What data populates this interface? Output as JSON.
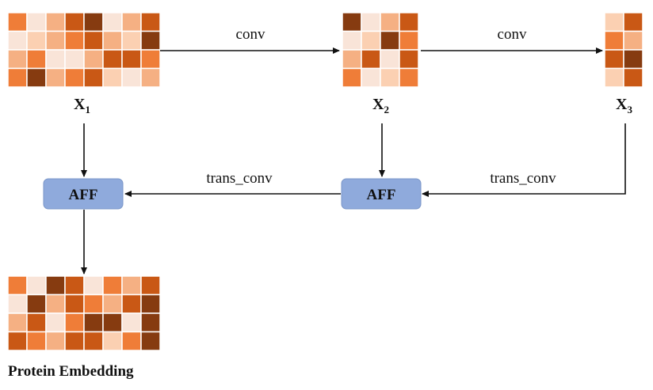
{
  "palette": [
    "#fbd0b2",
    "#f9e4d8",
    "#f5b083",
    "#ef7d38",
    "#c95815",
    "#863b10"
  ],
  "matrices": {
    "x1": {
      "cells": [
        [
          3,
          1,
          2,
          4,
          5,
          1,
          2,
          4
        ],
        [
          1,
          0,
          2,
          3,
          4,
          2,
          0,
          5
        ],
        [
          2,
          3,
          1,
          1,
          2,
          4,
          4,
          3
        ],
        [
          3,
          5,
          2,
          3,
          4,
          0,
          1,
          2
        ]
      ]
    },
    "x2": {
      "cells": [
        [
          5,
          1,
          2,
          4
        ],
        [
          1,
          0,
          5,
          3
        ],
        [
          2,
          4,
          1,
          4
        ],
        [
          3,
          1,
          0,
          3
        ]
      ]
    },
    "x3": {
      "cells": [
        [
          0,
          4
        ],
        [
          3,
          2
        ],
        [
          4,
          5
        ],
        [
          0,
          4
        ]
      ]
    },
    "embedding": {
      "cells": [
        [
          3,
          1,
          5,
          4,
          1,
          3,
          2,
          4
        ],
        [
          1,
          5,
          2,
          4,
          3,
          2,
          4,
          5
        ],
        [
          2,
          4,
          1,
          3,
          5,
          5,
          1,
          5
        ],
        [
          4,
          3,
          2,
          4,
          4,
          0,
          3,
          5
        ]
      ]
    }
  },
  "labels": {
    "x1": {
      "base": "X",
      "sub": "1"
    },
    "x2": {
      "base": "X",
      "sub": "2"
    },
    "x3": {
      "base": "X",
      "sub": "3"
    },
    "embedding": "Protein Embedding"
  },
  "edges": {
    "conv_1": "conv",
    "conv_2": "conv",
    "trans_conv_1": "trans_conv",
    "trans_conv_2": "trans_conv"
  },
  "nodes": {
    "aff_left": "AFF",
    "aff_right": "AFF"
  },
  "colors": {
    "aff_fill": "#8faadc",
    "aff_stroke": "#7a96c8",
    "arrow": "#111111"
  }
}
